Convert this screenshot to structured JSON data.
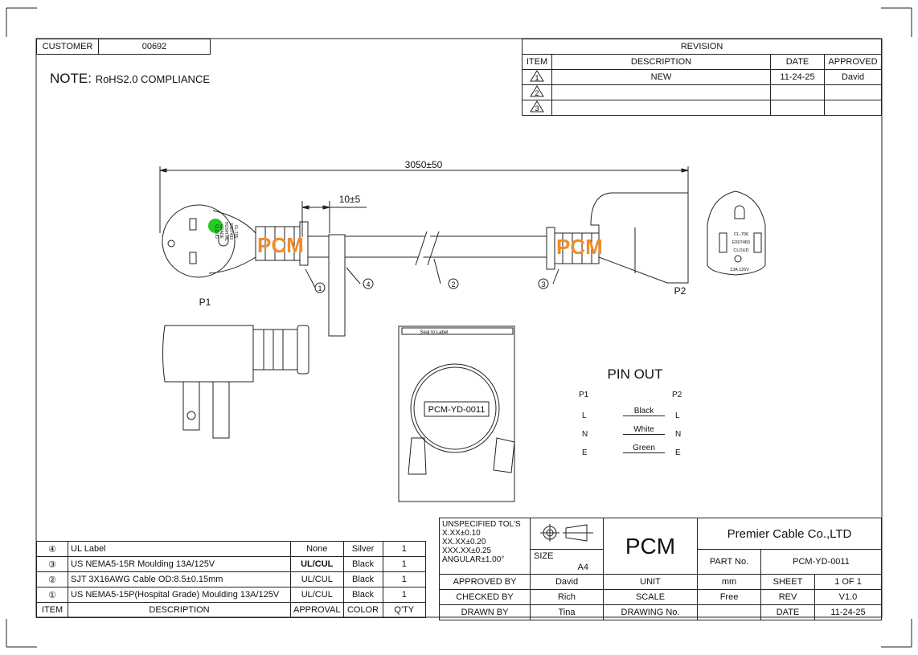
{
  "customer": {
    "label": "CUSTOMER",
    "value": "00692"
  },
  "note": {
    "prefix": "NOTE:",
    "text": "RoHS2.0 COMPLIANCE"
  },
  "revision": {
    "title": "REVISION",
    "headers": [
      "ITEM",
      "DESCRIPTION",
      "DATE",
      "APPROVED"
    ],
    "rows": [
      {
        "item": "1",
        "description": "NEW",
        "date": "11-24-25",
        "approved": "David"
      },
      {
        "item": "2",
        "description": "",
        "date": "",
        "approved": ""
      },
      {
        "item": "3",
        "description": "",
        "date": "",
        "approved": ""
      }
    ]
  },
  "drawing": {
    "length_dim": "3050±50",
    "label_dim": "10±5",
    "p1": "P1",
    "p2": "P2",
    "callouts": [
      "1",
      "4",
      "2",
      "3"
    ],
    "logo": "PCM",
    "receptacle_text": [
      "CL-706",
      "E507483",
      "CLOUD",
      "13A 125V"
    ],
    "plug_text": [
      "CLOUD",
      "GRADE",
      "HOSPITAL",
      "E507483",
      "CL-705"
    ],
    "label_part": "PCM-YD-0011",
    "label_strip": "Seal to Label"
  },
  "pinout": {
    "title": "PIN OUT",
    "left_header": "P1",
    "right_header": "P2",
    "rows": [
      {
        "left": "L",
        "color": "Black",
        "right": "L"
      },
      {
        "left": "N",
        "color": "White",
        "right": "N"
      },
      {
        "left": "E",
        "color": "Green",
        "right": "E"
      }
    ]
  },
  "bom": {
    "headers": [
      "ITEM",
      "DESCRIPTION",
      "APPROVAL",
      "COLOR",
      "Q'TY"
    ],
    "rows": [
      {
        "item": "4",
        "description": "UL Label",
        "approval": "None",
        "color": "Silver",
        "qty": "1"
      },
      {
        "item": "3",
        "description": "US NEMA5-15R Moulding 13A/125V",
        "approval": "UL/CUL",
        "color": "Black",
        "qty": "1"
      },
      {
        "item": "2",
        "description": "SJT 3X16AWG  Cable OD:8.5±0.15mm",
        "approval": "UL/CUL",
        "color": "Black",
        "qty": "1"
      },
      {
        "item": "1",
        "description": "US NEMA5-15P(Hospital Grade) Moulding 13A/125V",
        "approval": "UL/CUL",
        "color": "Black",
        "qty": "1"
      }
    ]
  },
  "title_block": {
    "tolerances": [
      "UNSPECIFIED TOL'S",
      "X.XX±0.10",
      "XX.XX±0.20",
      "XXX.XX±0.25",
      "ANGULAR±1.00°"
    ],
    "size_label": "SIZE",
    "size_value": "A4",
    "logo": "PCM",
    "company": "Premier Cable Co.,LTD",
    "part_no_label": "PART No.",
    "part_no": "PCM-YD-0011",
    "approved_by_label": "APPROVED BY",
    "approved_by": "David",
    "unit_label": "UNIT",
    "unit": "mm",
    "sheet_label": "SHEET",
    "sheet": "1 OF 1",
    "checked_by_label": "CHECKED BY",
    "checked_by": "Rich",
    "scale_label": "SCALE",
    "scale": "Free",
    "rev_label": "REV",
    "rev": "V1.0",
    "drawn_by_label": "DRAWN BY",
    "drawn_by": "Tina",
    "drawing_no_label": "DRAWING No.",
    "drawing_no": "",
    "date_label": "DATE",
    "date": "11-24-25"
  },
  "colors": {
    "accent": "#f28c28",
    "ground_dot": "#22cc22",
    "line": "#222222"
  }
}
